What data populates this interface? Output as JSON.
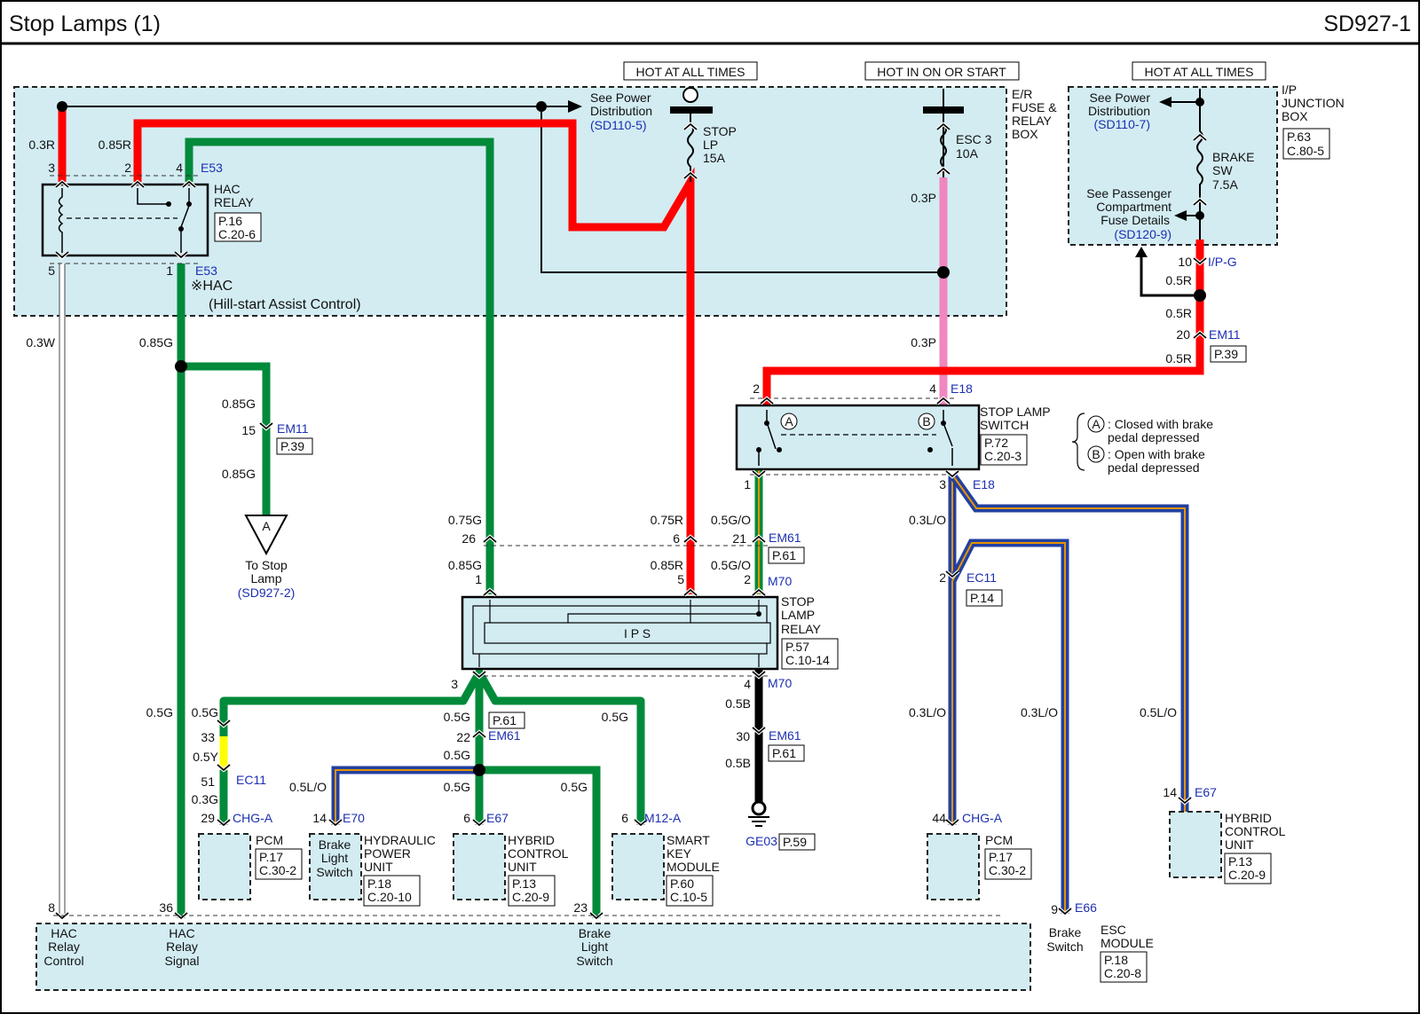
{
  "header": {
    "title": "Stop Lamps (1)",
    "code": "SD927-1"
  },
  "hot": {
    "at_all_times_left": "HOT AT ALL TIMES",
    "in_on_or_start": "HOT IN ON OR START",
    "at_all_times_right": "HOT AT ALL TIMES"
  },
  "er_box": {
    "name": [
      "E/R",
      "FUSE &",
      "RELAY",
      "BOX"
    ]
  },
  "ip_box": {
    "name": [
      "I/P",
      "JUNCTION",
      "BOX"
    ],
    "ref": [
      "P.63",
      "C.80-5"
    ]
  },
  "power_dist_left": {
    "lines": [
      "See Power",
      "Distribution"
    ],
    "ref": "(SD110-5)"
  },
  "power_dist_right": {
    "lines": [
      "See Power",
      "Distribution"
    ],
    "ref": "(SD110-7)"
  },
  "passenger_fuse": {
    "lines": [
      "See Passenger",
      "Compartment",
      "Fuse Details"
    ],
    "ref": "(SD120-9)"
  },
  "fuses": {
    "stop_lp": [
      "STOP",
      "LP",
      "15A"
    ],
    "esc3": [
      "ESC 3",
      "10A"
    ],
    "brake_sw": [
      "BRAKE",
      "SW",
      "7.5A"
    ]
  },
  "hac_relay": {
    "name": [
      "HAC",
      "RELAY"
    ],
    "ref": [
      "P.16",
      "C.20-6"
    ],
    "connector": "E53",
    "note": "※HAC",
    "note2": "(Hill-start Assist Control)",
    "pins": [
      "3",
      "2",
      "4",
      "5",
      "1"
    ]
  },
  "stop_lamp_switch": {
    "name": [
      "STOP LAMP",
      "SWITCH"
    ],
    "ref": [
      "P.72",
      "C.20-3"
    ],
    "connector": "E18",
    "pins": [
      "2",
      "4",
      "1",
      "3"
    ],
    "marks": [
      "A",
      "B"
    ]
  },
  "legend": {
    "a_text": [
      ": Closed with brake",
      "pedal depressed"
    ],
    "b_text": [
      ": Open with brake",
      "pedal depressed"
    ],
    "a": "A",
    "b": "B"
  },
  "stop_lamp_relay": {
    "name": [
      "STOP",
      "LAMP",
      "RELAY"
    ],
    "ref": [
      "P.57",
      "C.10-14"
    ],
    "inner": "I P S",
    "connector": "M70"
  },
  "offpage": {
    "letter": "A",
    "lines": [
      "To Stop",
      "Lamp"
    ],
    "ref": "(SD927-2)"
  },
  "ground": {
    "name": "GE03",
    "ref": "P.59"
  },
  "wires": {
    "w03R": "0.3R",
    "w085R": "0.85R",
    "w03W": "0.3W",
    "w085G_a": "0.85G",
    "w085G_b": "0.85G",
    "w085G_c": "0.85G",
    "w03P_a": "0.3P",
    "w03P_b": "0.3P",
    "w05R_a": "0.5R",
    "w05R_b": "0.5R",
    "w05R_c": "0.5R",
    "w075G": "0.75G",
    "w075R": "0.75R",
    "w05GO_a": "0.5G/O",
    "w085G_d": "0.85G",
    "w085R_b": "0.85R",
    "w05GO_b": "0.5G/O",
    "w03LO_a": "0.3L/O",
    "w03LO_b": "0.3L/O",
    "w03LO_c": "0.3L/O",
    "w05LO_a": "0.5L/O",
    "w05G_a": "0.5G",
    "w05G_b": "0.5G",
    "w05G_c": "0.5G",
    "w05G_d": "0.5G",
    "w05G_e": "0.5G",
    "w05G_f": "0.5G",
    "w05G_g": "0.5G",
    "w05Y": "0.5Y",
    "w03G": "0.3G",
    "w05LO_b": "0.5L/O",
    "w05B_a": "0.5B",
    "w05B_b": "0.5B"
  },
  "connectors": {
    "em11": "EM11",
    "em11_ref": "P.39",
    "em11_pin15": "15",
    "em11_pin20": "20",
    "ipg": "I/P-G",
    "ipg_pin": "10",
    "em61": "EM61",
    "em61_ref": "P.61",
    "em61_pins": [
      "26",
      "6",
      "21",
      "22",
      "30"
    ],
    "m70_pins": [
      "1",
      "5",
      "2",
      "3",
      "4"
    ],
    "ec11": "EC11",
    "ec11_ref": "P.14",
    "ec11_pin2": "2",
    "ec11_pin33": "33",
    "ec11_pin51": "51",
    "e18_pin3": "3",
    "e18_pin1": "1"
  },
  "modules": {
    "pcm_left": {
      "conn": "CHG-A",
      "pin": "29",
      "name": "PCM",
      "ref": [
        "P.17",
        "C.30-2"
      ]
    },
    "hpu": {
      "conn": "E70",
      "pin": "14",
      "inner": [
        "Brake",
        "Light",
        "Switch"
      ],
      "name": [
        "HYDRAULIC",
        "POWER",
        "UNIT"
      ],
      "ref": [
        "P.18",
        "C.20-10"
      ]
    },
    "hcu_mid": {
      "conn": "E67",
      "pin": "6",
      "name": [
        "HYBRID",
        "CONTROL",
        "UNIT"
      ],
      "ref": [
        "P.13",
        "C.20-9"
      ]
    },
    "smart_key": {
      "conn": "M12-A",
      "pin": "6",
      "name": [
        "SMART",
        "KEY",
        "MODULE"
      ],
      "ref": [
        "P.60",
        "C.10-5"
      ]
    },
    "pcm_right": {
      "conn": "CHG-A",
      "pin": "44",
      "name": "PCM",
      "ref": [
        "P.17",
        "C.30-2"
      ]
    },
    "hcu_right": {
      "conn": "E67",
      "pin": "14",
      "name": [
        "HYBRID",
        "CONTROL",
        "UNIT"
      ],
      "ref": [
        "P.13",
        "C.20-9"
      ]
    },
    "esc": {
      "conn": "E66",
      "pin": "9",
      "inner": [
        "Brake",
        "Switch"
      ],
      "name": [
        "ESC",
        "MODULE"
      ],
      "ref": [
        "P.18",
        "C.20-8"
      ]
    },
    "bottom": {
      "pin8": "8",
      "pin36": "36",
      "pin23": "23",
      "hac_ctrl": [
        "HAC",
        "Relay",
        "Control"
      ],
      "hac_sig": [
        "HAC",
        "Relay",
        "Signal"
      ],
      "brake_sw": [
        "Brake",
        "Light",
        "Switch"
      ]
    }
  },
  "colors": {
    "red": "#ff0000",
    "green": "#008a3a",
    "pink": "#f087c0",
    "yellow": "#ffff00",
    "black": "#000000",
    "lightblue": "#d2ecf2",
    "blue_text": "#1c2fb0"
  }
}
